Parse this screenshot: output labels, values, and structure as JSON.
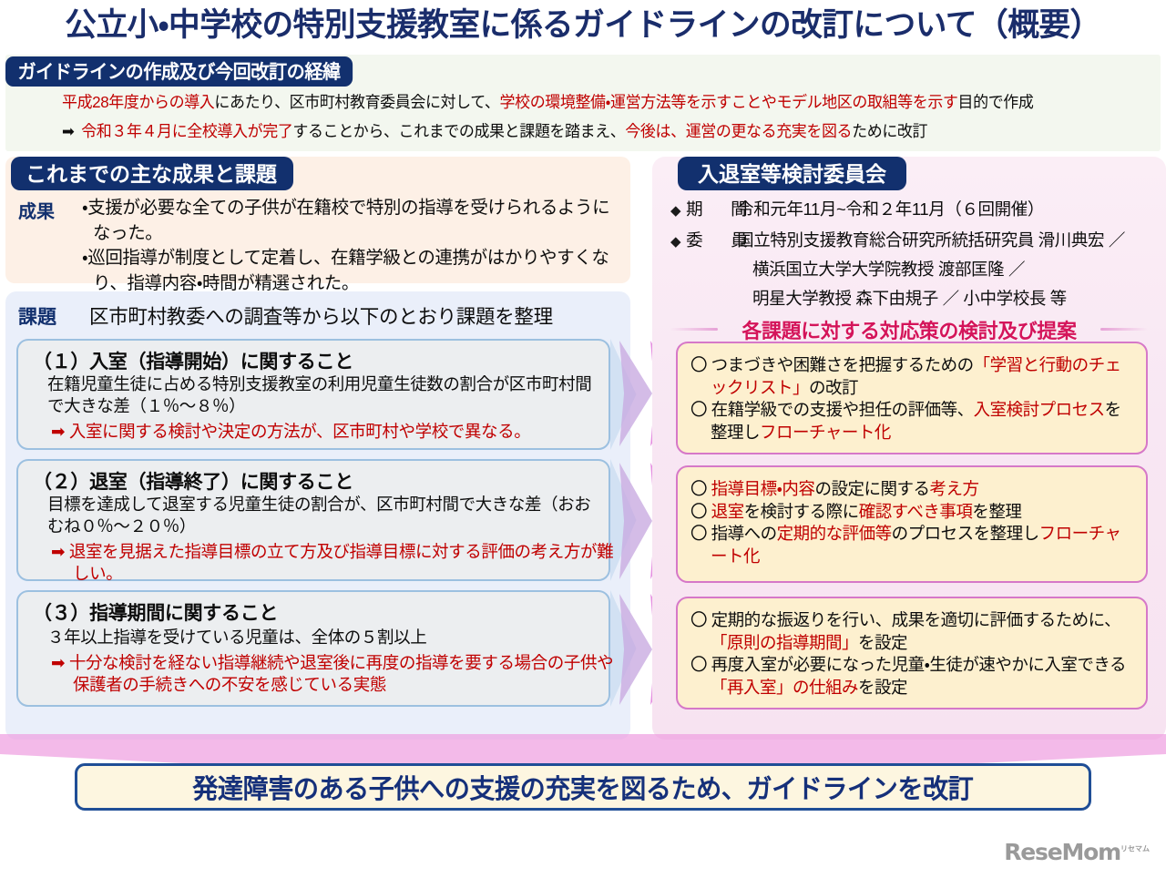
{
  "title": "公立小・中学校の特別支援教室に係るガイドラインの改訂について（概要）",
  "background_section": {
    "heading": "ガイドラインの作成及び今回改訂の経緯",
    "line1": {
      "seg1": "平成28年度からの導入",
      "seg2": "にあたり、区市町村教育委員会に対して、",
      "seg3": "学校の環境整備・運営方法等を示すことやモデル地区の取組等を示す",
      "seg4": "目的で作成"
    },
    "line2": {
      "arrow": "➡",
      "seg1": "令和３年４月に全校導入が完了",
      "seg2": "することから、これまでの成果と課題を踏まえ、",
      "seg3": "今後は、運営の更なる充実を図る",
      "seg4": "ために改訂"
    }
  },
  "results_section": {
    "heading": "これまでの主な成果と課題",
    "results_label": "成果",
    "results_items": [
      "・支援が必要な全ての子供が在籍校で特別の指導を受けられるようになった。",
      "・巡回指導が制度として定着し、在籍学級との連携がはかりやすくなり、指導内容・時間が精選された。"
    ],
    "issues_label": "課題",
    "issues_heading": "区市町村教委への調査等から以下のとおり課題を整理",
    "issues": [
      {
        "title": "（１）入室（指導開始）に関すること",
        "description": "在籍児童生徒に占める特別支援教室の利用児童生徒数の割合が区市町村間で大きな差（１％～８％）",
        "conclusion_arrow": "➡",
        "conclusion": "入室に関する検討や決定の方法が、区市町村や学校で異なる。"
      },
      {
        "title": "（２）退室（指導終了）に関すること",
        "description": "目標を達成して退室する児童生徒の割合が、区市町村間で大きな差（おおむね０％～２０％）",
        "conclusion_arrow": "➡",
        "conclusion": "退室を見据えた指導目標の立て方及び指導目標に対する評価の考え方が難しい。"
      },
      {
        "title": "（３）指導期間に関すること",
        "description": "３年以上指導を受けている児童は、全体の５割以上",
        "conclusion_arrow": "➡",
        "conclusion": "十分な検討を経ない指導継続や退室後に再度の指導を要する場合の子供や保護者の手続きへの不安を感じている実態"
      }
    ]
  },
  "committee_section": {
    "heading": "入退室等検討委員会",
    "rows": [
      {
        "bullet": "◆",
        "key": "期　間",
        "value": "令和元年11月~令和２年11月（６回開催）"
      },
      {
        "bullet": "◆",
        "key": "委　員",
        "value": "国立特別支援教育総合研究所統括研究員 滑川典宏 ／"
      },
      {
        "bullet": "",
        "key": "",
        "value": "横浜国立大学大学院教授 渡部匡隆 ／"
      },
      {
        "bullet": "",
        "key": "",
        "value": "明星大学教授 森下由規子 ／ 小中学校長 等"
      }
    ],
    "banner": "各課題に対する対応策の検討及び提案",
    "answers": [
      {
        "items": [
          [
            {
              "t": "〇 つまづきや困難さを把握するための",
              "c": "black"
            },
            {
              "t": "「学習と行動のチェックリスト」",
              "c": "red"
            },
            {
              "t": "の改訂",
              "c": "black"
            }
          ],
          [
            {
              "t": "〇 在籍学級での支援や担任の評価等、",
              "c": "black"
            },
            {
              "t": "入室検討プロセス",
              "c": "red"
            },
            {
              "t": "を整理し",
              "c": "black"
            },
            {
              "t": "フローチャート化",
              "c": "red"
            }
          ]
        ]
      },
      {
        "items": [
          [
            {
              "t": "〇 ",
              "c": "black"
            },
            {
              "t": "指導目標・内容",
              "c": "red"
            },
            {
              "t": "の設定に関する",
              "c": "black"
            },
            {
              "t": "考え方",
              "c": "red"
            }
          ],
          [
            {
              "t": "〇 ",
              "c": "black"
            },
            {
              "t": "退室",
              "c": "red"
            },
            {
              "t": "を検討する際に",
              "c": "black"
            },
            {
              "t": "確認すべき事項",
              "c": "red"
            },
            {
              "t": "を整理",
              "c": "black"
            }
          ],
          [
            {
              "t": "〇 指導への",
              "c": "black"
            },
            {
              "t": "定期的な評価等",
              "c": "red"
            },
            {
              "t": "のプロセスを整理し",
              "c": "black"
            },
            {
              "t": "フローチャート化",
              "c": "red"
            }
          ]
        ]
      },
      {
        "items": [
          [
            {
              "t": "〇 定期的な振返りを行い、成果を適切に評価するために、",
              "c": "black"
            },
            {
              "t": "「原則の指導期間」",
              "c": "red"
            },
            {
              "t": "を設定",
              "c": "black"
            }
          ],
          [
            {
              "t": "〇 再度入室が必要になった児童・生徒が速やかに入室できる",
              "c": "black"
            },
            {
              "t": "「再入室」の仕組み",
              "c": "red"
            },
            {
              "t": "を設定",
              "c": "black"
            }
          ]
        ]
      }
    ]
  },
  "conclusion": "発達障害のある子供への支援の充実を図るため、ガイドラインを改訂",
  "logo": {
    "text": "ReseMom",
    "ruby": "リセマム"
  },
  "colors": {
    "navy": "#12306e",
    "red": "#c00000",
    "pink_accent": "#d4145a",
    "answer_border": "#d678c8",
    "answer_bg": "#fdf0cf",
    "issue_border": "#9cc0e0"
  }
}
